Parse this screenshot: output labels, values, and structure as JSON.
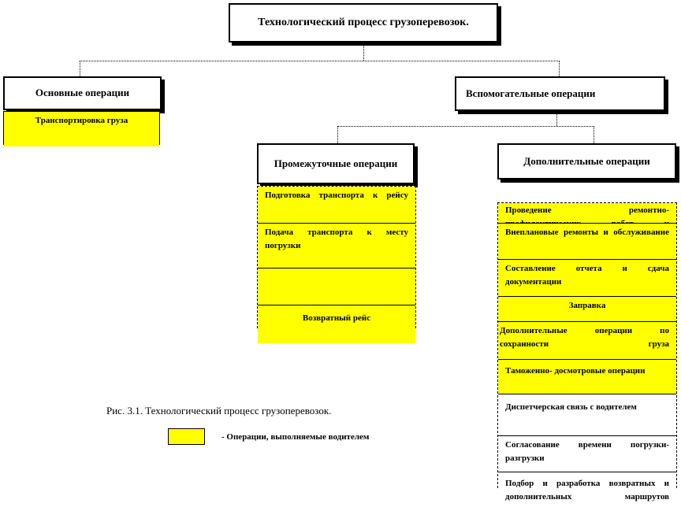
{
  "root": {
    "title": "Технологический процесс грузоперевозок."
  },
  "main_ops": {
    "title": "Основные операции",
    "items": [
      {
        "text": "Транспортировка груза",
        "highlight": true
      }
    ]
  },
  "aux_ops": {
    "title": "Вспомогательные операции"
  },
  "intermediate_ops": {
    "title": "Промежуточные операции",
    "items": [
      {
        "text": "Подготовка транспорта к рейсу",
        "highlight": true
      },
      {
        "text": "Подача транспорта к месту погрузки",
        "highlight": true
      },
      {
        "text": "",
        "highlight": true
      },
      {
        "text": "Возвратный рейс",
        "highlight": true
      }
    ]
  },
  "additional_ops": {
    "title": "Дополнительные операции",
    "items": [
      {
        "text": "Проведение ремонтно-профилактических работ и обслуживания",
        "highlight": true
      },
      {
        "text": "Внеплановые ремонты и обслуживание",
        "highlight": true
      },
      {
        "text": "Составление отчета и сдача документации",
        "highlight": true
      },
      {
        "text": "Заправка",
        "highlight": true
      },
      {
        "text": "Дополнительные операции по сохранности груза",
        "highlight": true
      },
      {
        "text": "Таможенно- досмотровые операции",
        "highlight": true
      },
      {
        "text": "Диспетчерская связь с водителем",
        "highlight": false
      },
      {
        "text": "Согласование времени погрузки-разгрузки",
        "highlight": false
      },
      {
        "text": "Подбор и разработка возвратных и дополнительных маршрутов",
        "highlight": false
      }
    ]
  },
  "caption": "Рис. 3.1. Технологический процесс грузоперевозок.",
  "legend": {
    "label": "- Операции, выполняемые водителем",
    "color": "#ffff00"
  },
  "colors": {
    "highlight": "#ffff00",
    "border": "#000000",
    "background": "#ffffff"
  }
}
